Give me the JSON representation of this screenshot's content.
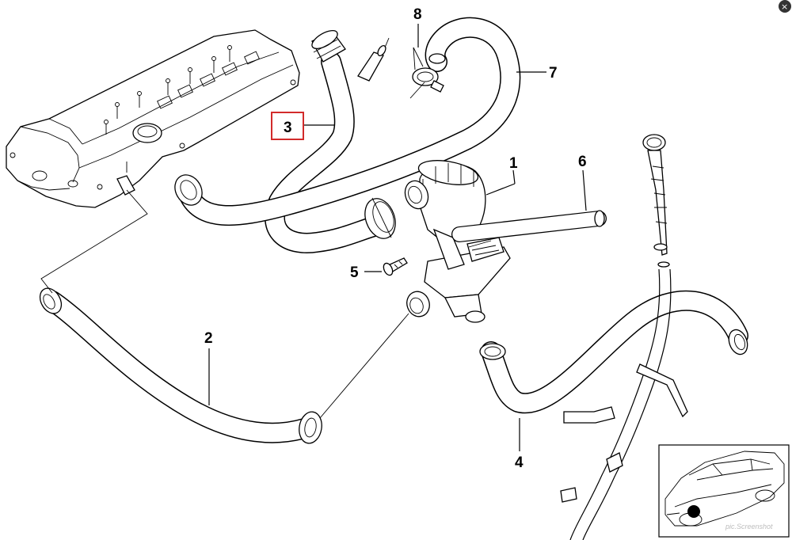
{
  "callouts": [
    {
      "id": "1",
      "label": "1"
    },
    {
      "id": "2",
      "label": "2"
    },
    {
      "id": "3",
      "label": "3",
      "highlight_color": "#d22b2b"
    },
    {
      "id": "4",
      "label": "4"
    },
    {
      "id": "5",
      "label": "5"
    },
    {
      "id": "6",
      "label": "6"
    },
    {
      "id": "7",
      "label": "7"
    },
    {
      "id": "8",
      "label": "8"
    }
  ],
  "watermark": "pic.Screenshot",
  "close_glyph": "×",
  "icons": [
    "close-icon",
    "car-locator-icon"
  ]
}
